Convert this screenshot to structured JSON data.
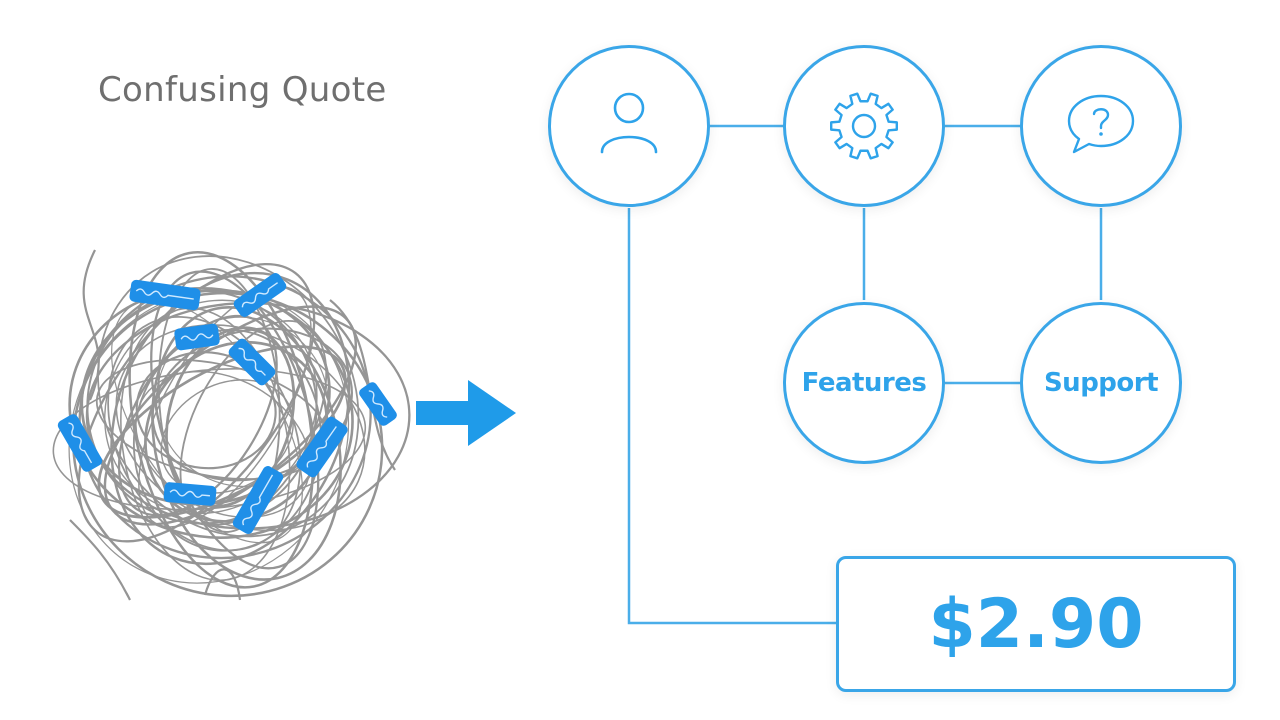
{
  "heading": "Confusing Quote",
  "nodes": {
    "user": {
      "icon": "user-icon"
    },
    "settings": {
      "icon": "gear-icon"
    },
    "help": {
      "icon": "question-chat-icon"
    },
    "features": {
      "label": "Features"
    },
    "support": {
      "label": "Support"
    }
  },
  "price": {
    "value": "$2.90"
  },
  "colors": {
    "accent": "#2ea3ea",
    "line": "#3aa6e8",
    "tangle": "#8a8a8a",
    "tag": "#1f8fe8",
    "heading": "#6f6f6f"
  }
}
